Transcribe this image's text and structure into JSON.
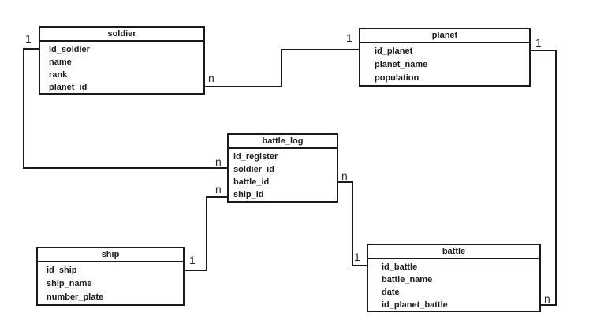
{
  "diagram": {
    "type": "entity-relationship",
    "background_color": "#ffffff",
    "line_color": "#1a1a1a",
    "text_color": "#1a1a1a",
    "entities": [
      {
        "title": "soldier",
        "fields": [
          "id_soldier",
          "name",
          "rank",
          "planet_id"
        ]
      },
      {
        "title": "planet",
        "fields": [
          "id_planet",
          "planet_name",
          "population"
        ]
      },
      {
        "title": "battle_log",
        "fields": [
          "id_register",
          "soldier_id",
          "battle_id",
          "ship_id"
        ]
      },
      {
        "title": "ship",
        "fields": [
          "id_ship",
          "ship_name",
          "number_plate"
        ]
      },
      {
        "title": "battle",
        "fields": [
          "id_battle",
          "battle_name",
          "date",
          "id_planet_battle"
        ]
      }
    ],
    "relationships": [
      {
        "from": "soldier",
        "to": "planet",
        "from_card": "n",
        "to_card": "1"
      },
      {
        "from": "soldier",
        "to": "battle_log",
        "from_card": "1",
        "to_card": "n"
      },
      {
        "from": "battle_log",
        "to": "battle",
        "from_card": "n",
        "to_card": "1"
      },
      {
        "from": "battle_log",
        "to": "ship",
        "from_card": "n",
        "to_card": "1"
      },
      {
        "from": "planet",
        "to": "battle",
        "from_card": "1",
        "to_card": "n"
      }
    ]
  }
}
